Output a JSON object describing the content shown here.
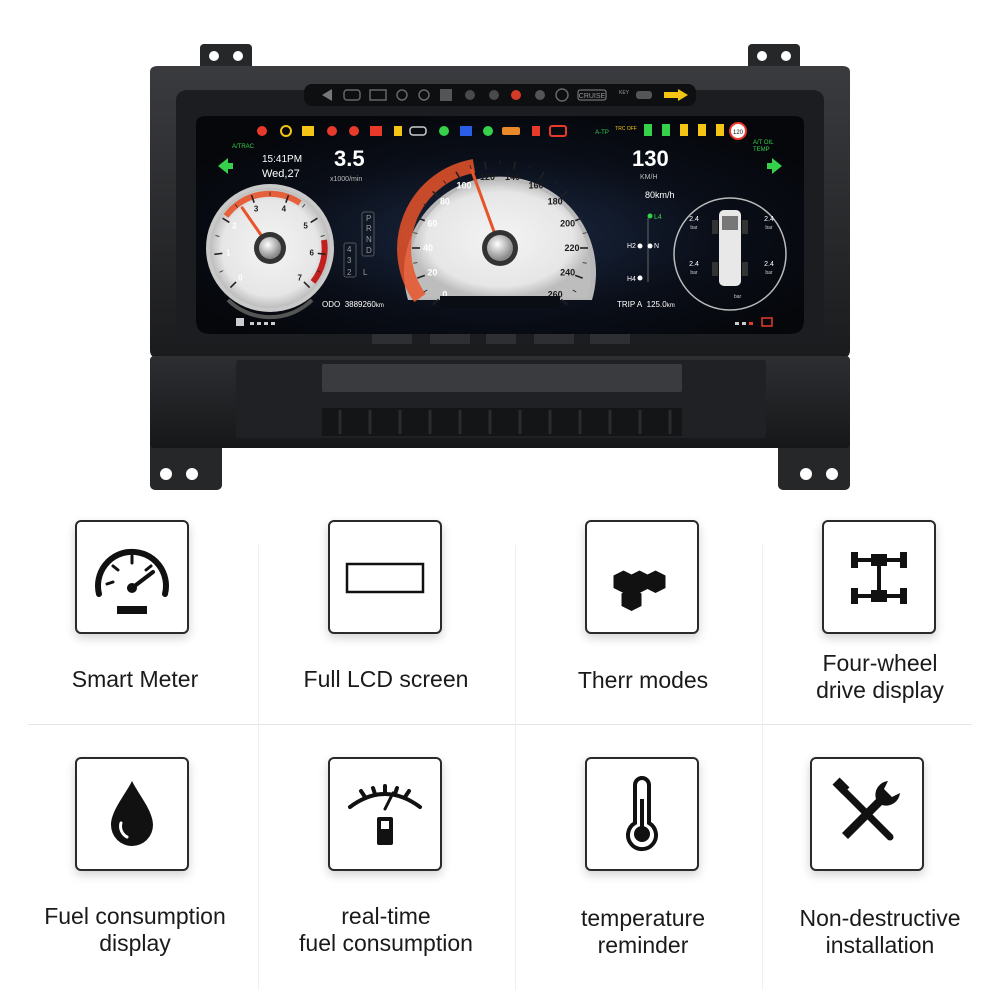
{
  "cluster": {
    "time": "15:41PM",
    "date": "Wed,27",
    "rpm": {
      "value": "3.5",
      "unit": "x1000/min",
      "needle_value": 2.6,
      "max": 7,
      "ticks": [
        "0",
        "1",
        "2",
        "3",
        "4",
        "5",
        "6",
        "7"
      ]
    },
    "speed": {
      "value": "130",
      "unit": "KM/H",
      "needle_value": 110,
      "max": 260,
      "ticks": [
        "0",
        "20",
        "40",
        "60",
        "80",
        "100",
        "120",
        "140",
        "160",
        "180",
        "200",
        "220",
        "240",
        "260"
      ],
      "dial_unit": "km/h"
    },
    "cruise": "80km/h",
    "odo": {
      "label": "ODO",
      "value": "3889260",
      "unit": "km"
    },
    "trip": {
      "label": "TRIP A",
      "value": "125.0",
      "unit": "km"
    },
    "gears": [
      "P",
      "R",
      "N",
      "D",
      "4",
      "3",
      "2",
      "L"
    ],
    "tire_pressure": {
      "fl": "2.4",
      "fr": "2.4",
      "rl": "2.4",
      "rr": "2.4",
      "unit": "bar"
    },
    "four_wd_modes": [
      "L4",
      "H2",
      "N",
      "H4"
    ],
    "labels": {
      "a_trac": "A/TRAC",
      "at_oil_temp": "A/T OIL\nTEMP",
      "cruise_tag": "CRUISE",
      "atp": "A-TP",
      "trc_off": "TRC\nOFF",
      "speed_limit": "120",
      "key": "KEY"
    },
    "colors": {
      "accent_orange": "#e8542a",
      "green": "#36d14b",
      "screen_bg": "#0a0d14"
    }
  },
  "features": [
    {
      "icon": "speedometer-icon",
      "lines": [
        "Smart Meter"
      ]
    },
    {
      "icon": "lcd-screen-icon",
      "lines": [
        "Full LCD screen"
      ]
    },
    {
      "icon": "hexagons-icon",
      "lines": [
        "Therr modes"
      ]
    },
    {
      "icon": "four-wheel-drive-icon",
      "lines": [
        "Four-wheel",
        "drive display"
      ]
    },
    {
      "icon": "fuel-drop-icon",
      "lines": [
        "Fuel consumption",
        "display"
      ]
    },
    {
      "icon": "fuel-gauge-icon",
      "lines": [
        "real-time",
        "fuel consumption"
      ]
    },
    {
      "icon": "thermometer-icon",
      "lines": [
        "temperature",
        "reminder"
      ]
    },
    {
      "icon": "wrench-screwdriver-icon",
      "lines": [
        "Non-destructive",
        "installation"
      ]
    }
  ]
}
